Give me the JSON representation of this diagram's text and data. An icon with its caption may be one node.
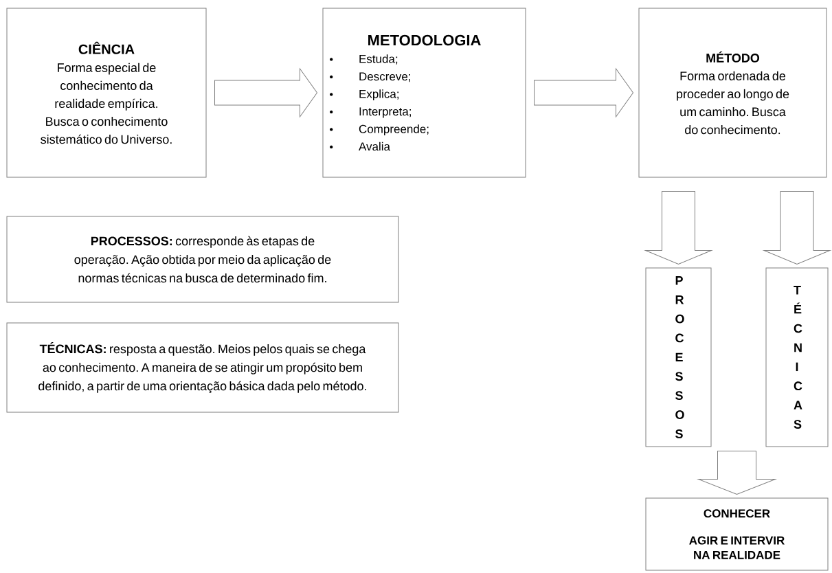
{
  "diagram": {
    "nodes": [
      {
        "text": [
          "CIÊNCIA",
          "Forma especial de conhecimento da realidade empírica. Busca o conhecimento sistemático do Universo."
        ]
      },
      {
        "text": [
          "METODOLOGIA",
          "Estuda;",
          "Descreve;",
          "Explica;",
          "Interpreta;",
          "Compreende;",
          "Avalia"
        ]
      },
      {
        "text": [
          "MÉTODO",
          "Forma ordenada de proceder ao longo de um caminho. Busca do conhecimento."
        ]
      },
      {
        "text": [
          "**PROCESSOS:** corresponde às etapas de operação. Ação obtida por meio da aplicação de normas técnicas na busca de determinado fim."
        ]
      },
      {
        "text": [
          "**TÉCNICAS:** resposta a questão. Meios pelos quais se chega ao conhecimento. A maneira de se atingir um propósito bem definido, a partir de uma orientação básica dada pelo método."
        ]
      },
      {
        "text": [
          "PROCESSOS"
        ]
      },
      {
        "text": [
          "TÉCNICAS"
        ]
      },
      {
        "text": [
          "CONHECER",
          "AGIR E INTERVIR NA REALIDADE"
        ]
      }
    ],
    "edges": [
      {
        "from": 0,
        "to": 1,
        "arrow": "to"
      },
      {
        "from": 1,
        "to": 2,
        "arrow": "to"
      },
      {
        "from": 2,
        "to": 5,
        "arrow": "to"
      },
      {
        "from": 2,
        "to": 6,
        "arrow": "to"
      },
      {
        "from": 5,
        "to": 7,
        "arrow": "to"
      },
      {
        "from": 6,
        "to": 7,
        "arrow": "to"
      }
    ]
  }
}
